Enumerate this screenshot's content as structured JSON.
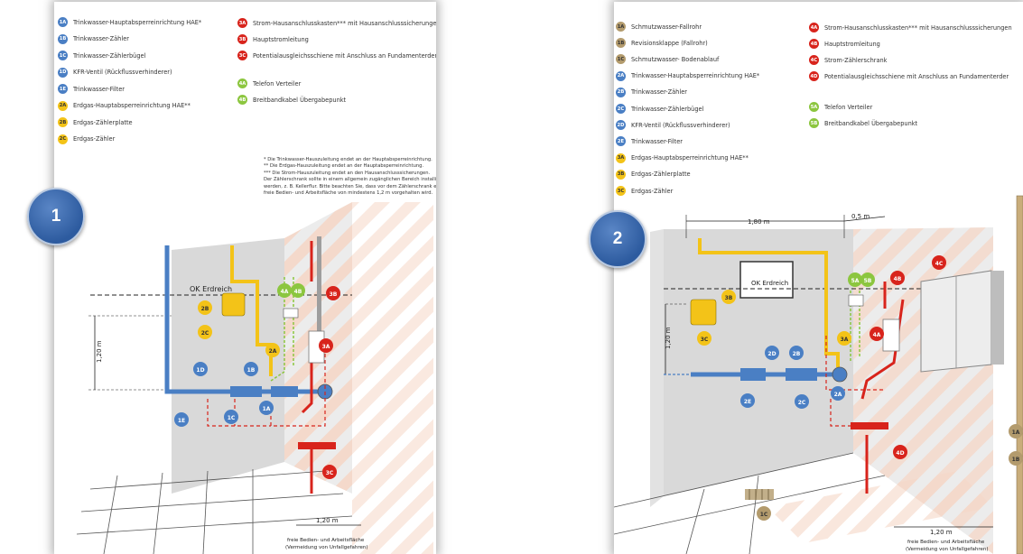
{
  "colors": {
    "blue": "#4a7fc4",
    "yellow": "#f3c318",
    "red": "#d8241c",
    "green": "#8cc63f",
    "tan": "#b39b6d"
  },
  "panel1": {
    "number": "1",
    "legend_left": [
      {
        "code": "1A",
        "label": "Trinkwasser-Hauptabsperreinrichtung HAE*",
        "color": "blue"
      },
      {
        "code": "1B",
        "label": "Trinkwasser-Zähler",
        "color": "blue"
      },
      {
        "code": "1C",
        "label": "Trinkwasser-Zählerbügel",
        "color": "blue"
      },
      {
        "code": "1D",
        "label": "KFR-Ventil (Rückflussverhinderer)",
        "color": "blue"
      },
      {
        "code": "1E",
        "label": "Trinkwasser-Filter",
        "color": "blue"
      },
      {
        "code": "2A",
        "label": "Erdgas-Hauptabsperreinrichtung HAE**",
        "color": "yellow"
      },
      {
        "code": "2B",
        "label": "Erdgas-Zählerplatte",
        "color": "yellow"
      },
      {
        "code": "2C",
        "label": "Erdgas-Zähler",
        "color": "yellow"
      }
    ],
    "legend_right": [
      {
        "code": "3A",
        "label": "Strom-Hausanschlusskasten*** mit Hausanschlusssicherungen",
        "color": "red"
      },
      {
        "code": "3B",
        "label": "Hauptstromleitung",
        "color": "red"
      },
      {
        "code": "3C",
        "label": "Potentialausgleichsschiene mit Anschluss an Fundamenterder",
        "color": "red"
      },
      {
        "code": "4A",
        "label": "Telefon Verteiler",
        "color": "green"
      },
      {
        "code": "4B",
        "label": "Breitbandkabel Übergabepunkt",
        "color": "green"
      }
    ],
    "footnotes": [
      "* Die Trinkwasser-Hauszuleitung endet an der Hauptabsperreinrichtung.",
      "** Die Erdgas-Hauszuleitung endet an der Hauptabsperreinrichtung.",
      "*** Die Strom-Hauszuleitung endet an den Hausanschlusssicherungen.",
      "Der Zählerschrank sollte in einem allgemein zugänglichen Bereich installiert",
      "werden, z. B. Kellerflur. Bitte beachten Sie, dass vor dem Zählerschrank eine",
      "freie Bedien- und Arbeitsfläche von mindestens 1,2 m vorgehalten wird."
    ],
    "ok_label": "OK Erdreich",
    "height_dim": "1,20 m",
    "floor_dim": "1,20 m",
    "floor_caption_1": "freie Bedien- und Arbeitsfläche",
    "floor_caption_2": "(Vermeidung von Unfallgefahren)",
    "tags": {
      "t1A": "1A",
      "t1B": "1B",
      "t1C": "1C",
      "t1D": "1D",
      "t1E": "1E",
      "t2A": "2A",
      "t2B": "2B",
      "t2C": "2C",
      "t3A": "3A",
      "t3B": "3B",
      "t3C": "3C",
      "t4A": "4A",
      "t4B": "4B"
    }
  },
  "panel2": {
    "number": "2",
    "legend_left": [
      {
        "code": "1A",
        "label": "Schmutzwasser-Fallrohr",
        "color": "tan"
      },
      {
        "code": "1B",
        "label": "Revisionsklappe (Fallrohr)",
        "color": "tan"
      },
      {
        "code": "1C",
        "label": "Schmutzwasser- Bodenablauf",
        "color": "tan"
      },
      {
        "code": "2A",
        "label": "Trinkwasser-Hauptabsperreinrichtung HAE*",
        "color": "blue"
      },
      {
        "code": "2B",
        "label": "Trinkwasser-Zähler",
        "color": "blue"
      },
      {
        "code": "2C",
        "label": "Trinkwasser-Zählerbügel",
        "color": "blue"
      },
      {
        "code": "2D",
        "label": "KFR-Ventil (Rückflussverhinderer)",
        "color": "blue"
      },
      {
        "code": "2E",
        "label": "Trinkwasser-Filter",
        "color": "blue"
      },
      {
        "code": "3A",
        "label": "Erdgas-Hauptabsperreinrichtung HAE**",
        "color": "yellow"
      },
      {
        "code": "3B",
        "label": "Erdgas-Zählerplatte",
        "color": "yellow"
      },
      {
        "code": "3C",
        "label": "Erdgas-Zähler",
        "color": "yellow"
      }
    ],
    "legend_right": [
      {
        "code": "4A",
        "label": "Strom-Hausanschlusskasten*** mit Hausanschlusssicherungen",
        "color": "red"
      },
      {
        "code": "4B",
        "label": "Hauptstromleitung",
        "color": "red"
      },
      {
        "code": "4C",
        "label": "Strom-Zählerschrank",
        "color": "red"
      },
      {
        "code": "4D",
        "label": "Potentialausgleichsschiene mit Anschluss an Fundamenterder",
        "color": "red"
      },
      {
        "code": "5A",
        "label": "Telefon Verteiler",
        "color": "green"
      },
      {
        "code": "5B",
        "label": "Breitbandkabel Übergabepunkt",
        "color": "green"
      }
    ],
    "ok_label": "OK Erdreich",
    "width_dim": "1,80 m",
    "side_dim": "0,5 m",
    "height_dim": "1,20 m",
    "floor_dim": "1,20 m",
    "floor_caption_1": "freie Bedien- und Arbeitsfläche",
    "floor_caption_2": "(Vermeidung von Unfallgefahren)",
    "tags": {
      "t1A": "1A",
      "t1B": "1B",
      "t1C": "1C",
      "t2A": "2A",
      "t2B": "2B",
      "t2C": "2C",
      "t2D": "2D",
      "t2E": "2E",
      "t3A": "3A",
      "t3B": "3B",
      "t3C": "3C",
      "t4A": "4A",
      "t4B": "4B",
      "t4C": "4C",
      "t4D": "4D",
      "t5A": "5A",
      "t5B": "5B"
    }
  }
}
